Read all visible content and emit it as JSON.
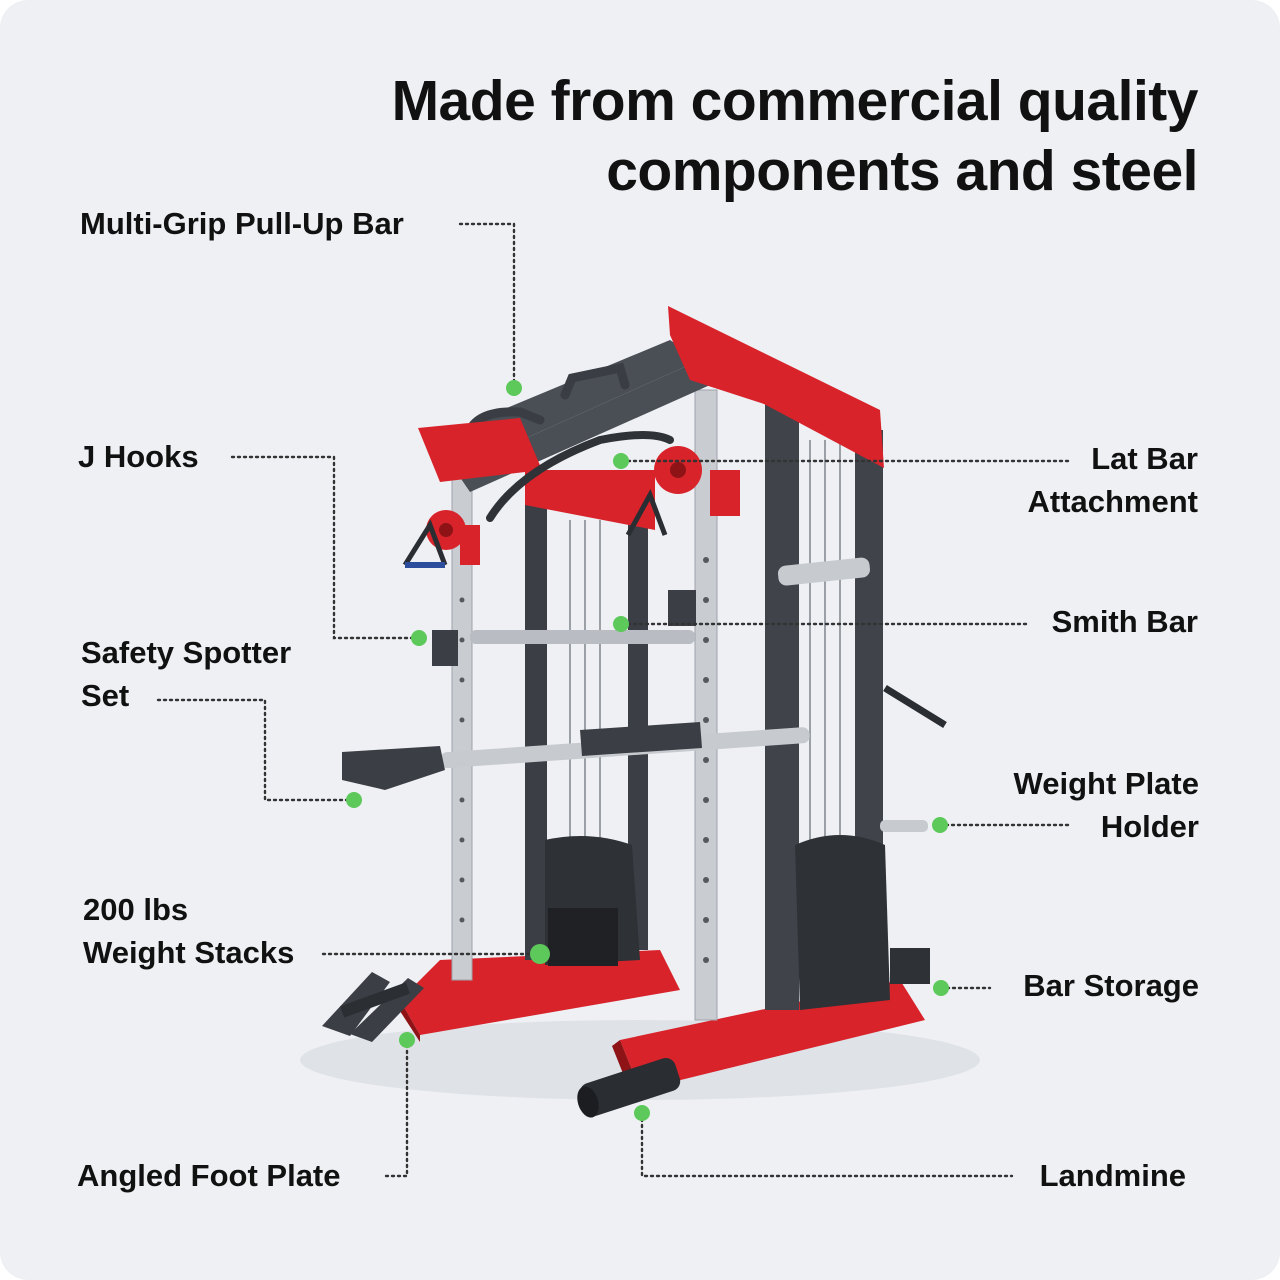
{
  "headline": {
    "part1": "Made from ",
    "highlight": "commercial quality",
    "line2": "components and steel"
  },
  "labels": {
    "pullup": [
      "Multi-Grip Pull-Up Bar"
    ],
    "jhooks": [
      "J Hooks"
    ],
    "safety": [
      "Safety Spotter",
      "Set"
    ],
    "stacks": [
      "200 lbs",
      "Weight Stacks"
    ],
    "footplate": [
      "Angled Foot Plate"
    ],
    "latbar": [
      "Lat Bar",
      "Attachment"
    ],
    "smith": [
      "Smith Bar"
    ],
    "plateholder": [
      "Weight Plate",
      "Holder"
    ],
    "barstorage": [
      "Bar Storage"
    ],
    "landmine": [
      "Landmine"
    ]
  },
  "colors": {
    "background": "#eef0f4",
    "highlight": "#7ed67a",
    "dot": "#5cc95a",
    "frame": "#3b3f45",
    "accent_red": "#d8232a",
    "chrome": "#c9ccd1"
  }
}
